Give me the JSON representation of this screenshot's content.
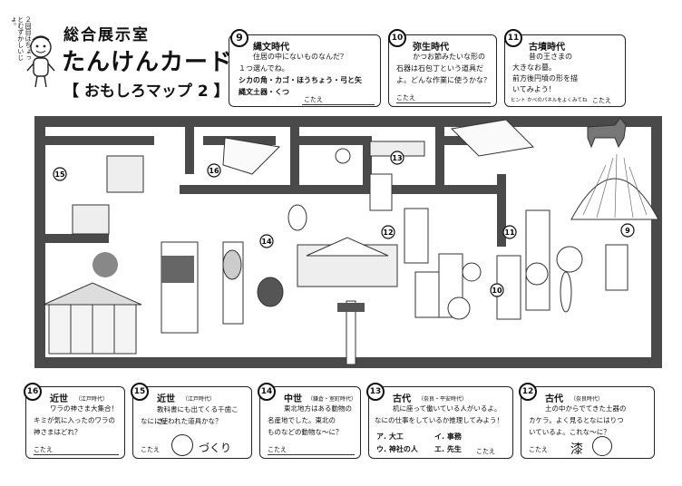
{
  "header": {
    "title_small": "総合展示室",
    "title_main": "たんけんカード",
    "title_sub": "【 おもしろマップ 2 】",
    "side_note": "２回目はちょっとむずかしいじょ。"
  },
  "top_cards": [
    {
      "number": "9",
      "title": "縄文時代",
      "lines": [
        "住居の中にないものなんだ？",
        "１つ選んでね。",
        "シカの角・カゴ・ほうちょう・弓と矢",
        "縄文土器・くつ"
      ],
      "answer_label": "こたえ"
    },
    {
      "number": "10",
      "title": "弥生時代",
      "lines": [
        "かつお節みたいな形の",
        "石器は石包丁という道具だ",
        "よ。どんな作業に使うかな？"
      ],
      "answer_label": "こたえ"
    },
    {
      "number": "11",
      "title": "古墳時代",
      "lines": [
        "昔の王さまの",
        "大きなお墓。",
        "前方後円墳の形を描",
        "いてみよう！"
      ],
      "hint": "ヒント かべのパネルをよくみてね",
      "answer_label": "こたえ"
    }
  ],
  "bottom_cards": [
    {
      "number": "16",
      "title": "近世",
      "period": "（江戸時代）",
      "lines": [
        "ワラの神さま大集合！",
        "キミが気に入ったのワラの",
        "神さまはどれ？"
      ],
      "answer_label": "こたえ"
    },
    {
      "number": "15",
      "title": "近世",
      "period": "（江戸時代）",
      "lines": [
        "教科書にも出てくる千歯こき。",
        "なにに使われた道具かな？"
      ],
      "answer_label": "こたえ",
      "answer_suffix": "づくり"
    },
    {
      "number": "14",
      "title": "中世",
      "period": "（鎌倉・室町時代）",
      "lines": [
        "東北地方はある動物の",
        "名産地でした。東北の",
        "ものなどの動物な〜に？"
      ],
      "answer_label": "こたえ"
    },
    {
      "number": "13",
      "title": "古代",
      "period": "（奈良・平安時代）",
      "lines": [
        "机に座って働いている人がいるよ。",
        "なにの仕事をしているか推理してみよう！"
      ],
      "options": [
        "ア. 大工",
        "イ. 事務",
        "ウ. 神社の人",
        "エ. 先生"
      ],
      "answer_label": "こたえ"
    },
    {
      "number": "12",
      "title": "古代",
      "period": "（奈良時代）",
      "lines": [
        "土の中からでてきた土器の",
        "カケラ。よく見るとなにはりつ",
        "いているよ。これな〜に？"
      ],
      "answer_label": "こたえ",
      "answer_prefix": "漆"
    }
  ],
  "map": {
    "labels": [
      "15",
      "16",
      "13",
      "14",
      "12",
      "11",
      "10",
      "9"
    ]
  }
}
